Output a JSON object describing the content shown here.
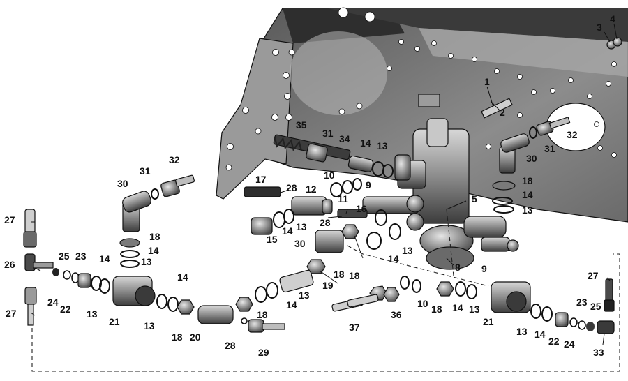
{
  "diagram": {
    "labels": [
      {
        "id": "l1",
        "text": "1"
      },
      {
        "id": "l2",
        "text": "2"
      },
      {
        "id": "l3",
        "text": "3"
      },
      {
        "id": "l4",
        "text": "4"
      },
      {
        "id": "l5",
        "text": "5"
      },
      {
        "id": "l8",
        "text": "8"
      },
      {
        "id": "l9a",
        "text": "9"
      },
      {
        "id": "l9b",
        "text": "9"
      },
      {
        "id": "l10a",
        "text": "10"
      },
      {
        "id": "l10b",
        "text": "10"
      },
      {
        "id": "l11",
        "text": "11"
      },
      {
        "id": "l12",
        "text": "12"
      },
      {
        "id": "l13a",
        "text": "13"
      },
      {
        "id": "l13b",
        "text": "13"
      },
      {
        "id": "l13c",
        "text": "13"
      },
      {
        "id": "l13d",
        "text": "13"
      },
      {
        "id": "l13e",
        "text": "13"
      },
      {
        "id": "l13f",
        "text": "13"
      },
      {
        "id": "l13g",
        "text": "13"
      },
      {
        "id": "l13h",
        "text": "13"
      },
      {
        "id": "l13i",
        "text": "13"
      },
      {
        "id": "l13j",
        "text": "13"
      },
      {
        "id": "l14a",
        "text": "14"
      },
      {
        "id": "l14b",
        "text": "14"
      },
      {
        "id": "l14c",
        "text": "14"
      },
      {
        "id": "l14d",
        "text": "14"
      },
      {
        "id": "l14e",
        "text": "14"
      },
      {
        "id": "l14f",
        "text": "14"
      },
      {
        "id": "l14g",
        "text": "14"
      },
      {
        "id": "l14h",
        "text": "14"
      },
      {
        "id": "l14i",
        "text": "14"
      },
      {
        "id": "l14j",
        "text": "14"
      },
      {
        "id": "l15",
        "text": "15"
      },
      {
        "id": "l16",
        "text": "16"
      },
      {
        "id": "l17",
        "text": "17"
      },
      {
        "id": "l18a",
        "text": "18"
      },
      {
        "id": "l18b",
        "text": "18"
      },
      {
        "id": "l18c",
        "text": "18"
      },
      {
        "id": "l18d",
        "text": "18"
      },
      {
        "id": "l18e",
        "text": "18"
      },
      {
        "id": "l18f",
        "text": "18"
      },
      {
        "id": "l18g",
        "text": "18"
      },
      {
        "id": "l19",
        "text": "19"
      },
      {
        "id": "l20",
        "text": "20"
      },
      {
        "id": "l21a",
        "text": "21"
      },
      {
        "id": "l21b",
        "text": "21"
      },
      {
        "id": "l22a",
        "text": "22"
      },
      {
        "id": "l22b",
        "text": "22"
      },
      {
        "id": "l23a",
        "text": "23"
      },
      {
        "id": "l23b",
        "text": "23"
      },
      {
        "id": "l24a",
        "text": "24"
      },
      {
        "id": "l24b",
        "text": "24"
      },
      {
        "id": "l25a",
        "text": "25"
      },
      {
        "id": "l25b",
        "text": "25"
      },
      {
        "id": "l26",
        "text": "26"
      },
      {
        "id": "l27a",
        "text": "27"
      },
      {
        "id": "l27b",
        "text": "27"
      },
      {
        "id": "l27c",
        "text": "27"
      },
      {
        "id": "l28a",
        "text": "28"
      },
      {
        "id": "l28b",
        "text": "28"
      },
      {
        "id": "l28c",
        "text": "28"
      },
      {
        "id": "l29",
        "text": "29"
      },
      {
        "id": "l30a",
        "text": "30"
      },
      {
        "id": "l30b",
        "text": "30"
      },
      {
        "id": "l30c",
        "text": "30"
      },
      {
        "id": "l31a",
        "text": "31"
      },
      {
        "id": "l31b",
        "text": "31"
      },
      {
        "id": "l31c",
        "text": "31"
      },
      {
        "id": "l32a",
        "text": "32"
      },
      {
        "id": "l32b",
        "text": "32"
      },
      {
        "id": "l33",
        "text": "33"
      },
      {
        "id": "l34",
        "text": "34"
      },
      {
        "id": "l35",
        "text": "35"
      },
      {
        "id": "l36",
        "text": "36"
      },
      {
        "id": "l37",
        "text": "37"
      }
    ]
  },
  "colors": {
    "frame": "#7d7d7d",
    "frame_dark": "#3a3a3a",
    "metal": "#8a8a8a",
    "ink": "#111111"
  }
}
